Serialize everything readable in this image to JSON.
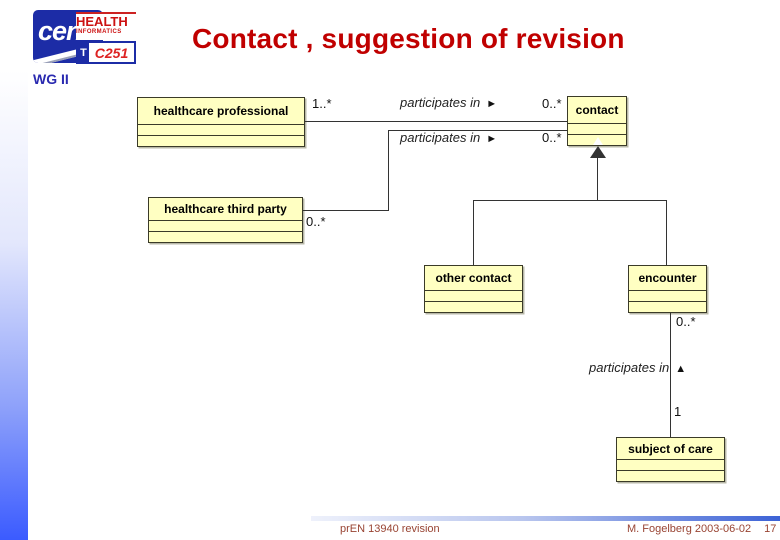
{
  "page": {
    "title": "Contact , suggestion of revision",
    "wg": "WG II"
  },
  "logo": {
    "cen": "cen",
    "health": "HEALTH",
    "informatics": "INFORMATICS",
    "tc_t": "T",
    "tc_num": "C251"
  },
  "diagram": {
    "classes": [
      {
        "name": "healthcare professional"
      },
      {
        "name": "healthcare third party"
      },
      {
        "name": "contact"
      },
      {
        "name": "other contact"
      },
      {
        "name": "encounter"
      },
      {
        "name": "subject of care"
      }
    ],
    "associations": [
      {
        "label": "participates in",
        "direction": "right",
        "from": "healthcare professional",
        "to": "contact",
        "from_mult": "1..*",
        "to_mult": "0..*"
      },
      {
        "label": "participates in",
        "direction": "right",
        "from": "healthcare third party",
        "to": "contact",
        "from_mult": "0..*",
        "to_mult": "0..*"
      },
      {
        "label": "participates in",
        "direction": "up",
        "from": "encounter",
        "to": "subject of care",
        "from_mult": "0..*",
        "to_mult": "1"
      }
    ],
    "generalization": {
      "parent": "contact",
      "children": [
        "other contact",
        "encounter"
      ]
    },
    "icons": {
      "arrow_right": "►",
      "arrow_up": "▲"
    }
  },
  "footer": {
    "left": "prEN 13940 revision",
    "author_date": "M. Fogelberg 2003-06-02",
    "page_number": "17"
  },
  "colors": {
    "title_red": "#c00000",
    "class_fill": "#ffffc2",
    "class_border": "#3a3a28",
    "stripe_blue": "#3b5bff",
    "footer_text": "#994433",
    "logo_blue": "#1c2ca6",
    "logo_red": "#cc1111"
  }
}
